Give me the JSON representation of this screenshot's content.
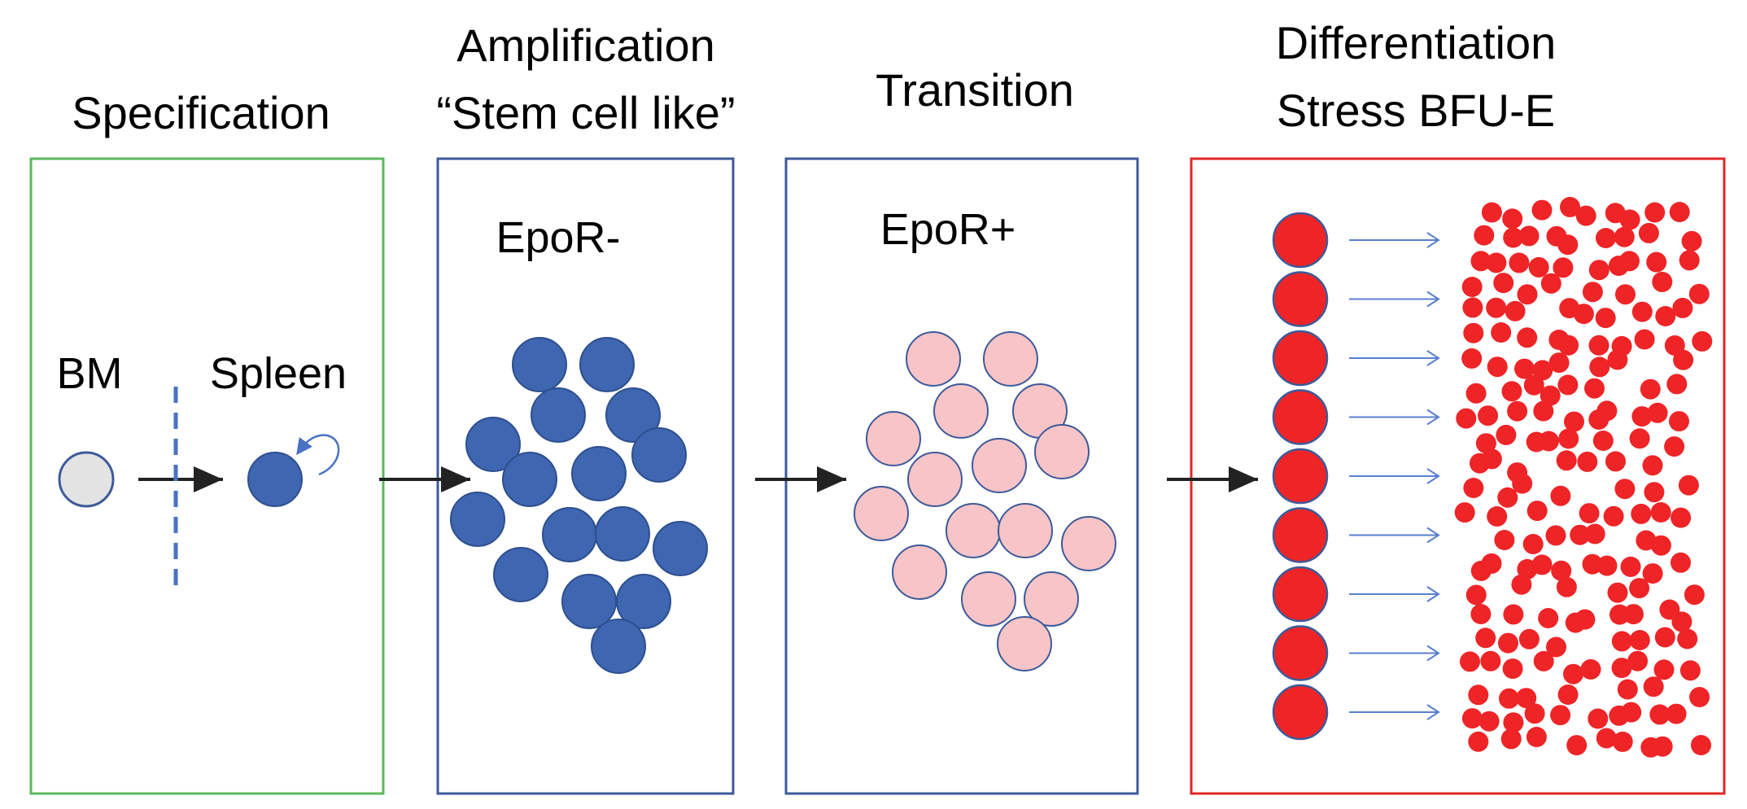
{
  "stages": [
    {
      "id": "specification",
      "title_lines": [
        "Specification"
      ],
      "box_color": "#5cb85c",
      "labels": {
        "bm": "BM",
        "spleen": "Spleen"
      }
    },
    {
      "id": "amplification",
      "title_lines": [
        "Amplification",
        "“Stem cell like”"
      ],
      "box_color": "#3d5a99",
      "label": "EpoR-"
    },
    {
      "id": "transition",
      "title_lines": [
        "Transition"
      ],
      "box_color": "#3d5a99",
      "label": "EpoR+"
    },
    {
      "id": "differentiation",
      "title_lines": [
        "Differentiation",
        "Stress BFU-E"
      ],
      "box_color": "#e32626"
    }
  ],
  "colors": {
    "bm_cell": "#e3e3e3",
    "blue_cell": "#3f66b0",
    "pink_cell": "#f7c4c7",
    "red_cell": "#ee2427",
    "arrow": "#222222",
    "thin_arrow": "#5a7fd0"
  }
}
